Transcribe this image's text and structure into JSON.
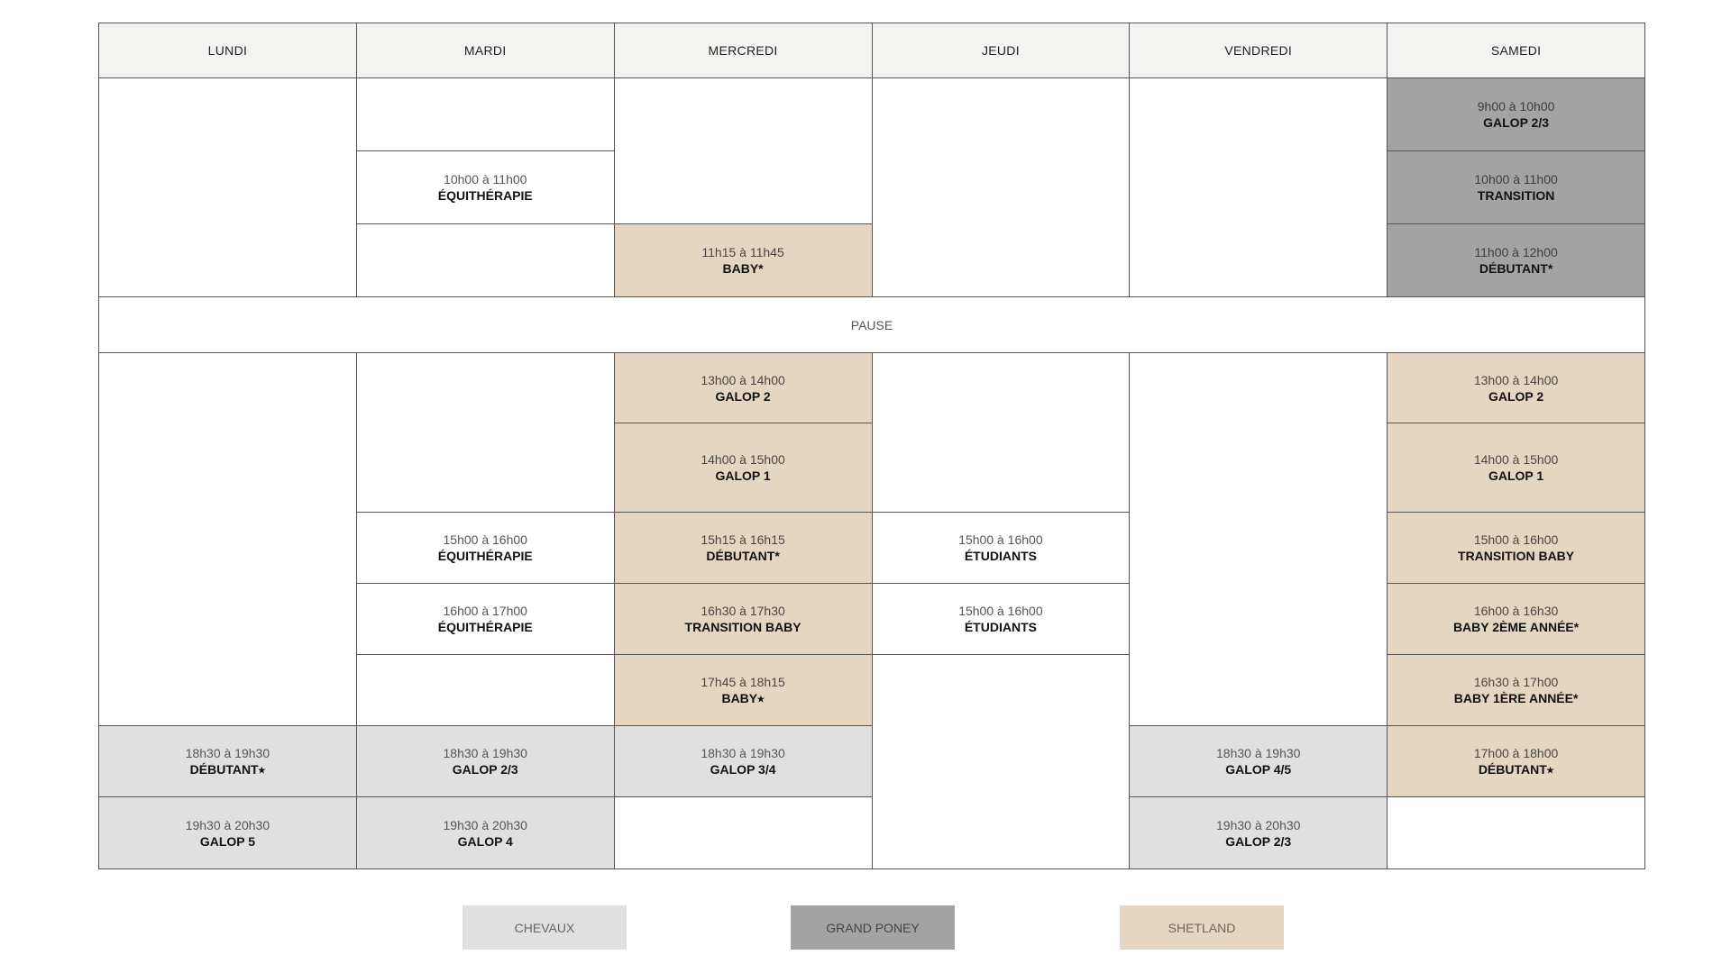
{
  "days": [
    "LUNDI",
    "MARDI",
    "MERCREDI",
    "JEUDI",
    "VENDREDI",
    "SAMEDI"
  ],
  "pause": "PAUSE",
  "legend": {
    "chevaux": {
      "label": "CHEVAUX",
      "color": "#e0e0e0"
    },
    "grand_poney": {
      "label": "GRAND PONEY",
      "color": "#a3a3a3"
    },
    "shetland": {
      "label": "SHETLAND",
      "color": "#e4d6c0"
    }
  },
  "sessions": {
    "mardi_1": {
      "time": "10h00 à 11h00",
      "name": "ÉQUITHÉRAPIE"
    },
    "mercredi_1": {
      "time": "11h15 à 11h45",
      "name": "BABY*"
    },
    "samedi_1": {
      "time": "9h00 à 10h00",
      "name": "GALOP 2/3"
    },
    "samedi_2": {
      "time": "10h00 à 11h00",
      "name": "TRANSITION"
    },
    "samedi_3": {
      "time": "11h00 à 12h00",
      "name": "DÉBUTANT*"
    },
    "mercredi_2": {
      "time": "13h00 à 14h00",
      "name": "GALOP 2"
    },
    "mercredi_3": {
      "time": "14h00 à 15h00",
      "name": "GALOP 1"
    },
    "mercredi_4": {
      "time": "15h15 à 16h15",
      "name": "DÉBUTANT*"
    },
    "mercredi_5": {
      "time": "16h30 à 17h30",
      "name": "TRANSITION BABY"
    },
    "mercredi_6": {
      "time": "17h45 à 18h15",
      "name": "BABY⭑"
    },
    "mercredi_7": {
      "time": "18h30 à 19h30",
      "name": "GALOP 3/4"
    },
    "mardi_2": {
      "time": "15h00 à 16h00",
      "name": "ÉQUITHÉRAPIE"
    },
    "mardi_3": {
      "time": "16h00 à 17h00",
      "name": "ÉQUITHÉRAPIE"
    },
    "mardi_4": {
      "time": "18h30 à 19h30",
      "name": "GALOP 2/3"
    },
    "mardi_5": {
      "time": "19h30 à 20h30",
      "name": "GALOP 4"
    },
    "jeudi_1": {
      "time": "15h00 à 16h00",
      "name": "ÉTUDIANTS"
    },
    "jeudi_2": {
      "time": "15h00 à 16h00",
      "name": "ÉTUDIANTS"
    },
    "lundi_1": {
      "time": "18h30 à 19h30",
      "name": "DÉBUTANT⭑"
    },
    "lundi_2": {
      "time": "19h30 à 20h30",
      "name": "GALOP 5"
    },
    "vendredi_1": {
      "time": "18h30 à 19h30",
      "name": "GALOP 4/5"
    },
    "vendredi_2": {
      "time": "19h30 à 20h30",
      "name": "GALOP 2/3"
    },
    "samedi_4": {
      "time": "13h00 à 14h00",
      "name": "GALOP 2"
    },
    "samedi_5": {
      "time": "14h00 à 15h00",
      "name": "GALOP 1"
    },
    "samedi_6": {
      "time": "15h00 à 16h00",
      "name": "TRANSITION BABY"
    },
    "samedi_7": {
      "time": "16h00 à 16h30",
      "name": "BABY 2ÈME ANNÉE*"
    },
    "samedi_8": {
      "time": "16h30 à 17h00",
      "name": "BABY 1ÈRE ANNÉE*"
    },
    "samedi_9": {
      "time": "17h00 à 18h00",
      "name": "DÉBUTANT⭑"
    }
  }
}
